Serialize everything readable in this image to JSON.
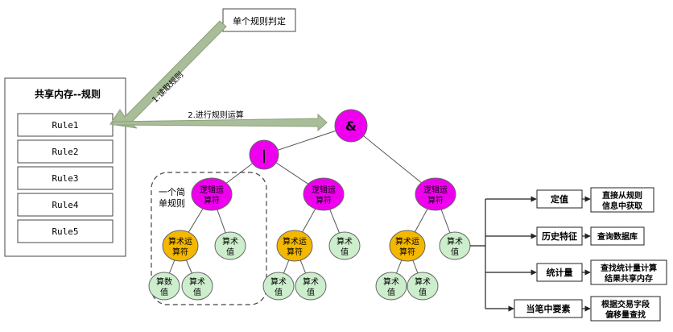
{
  "shared_memory": {
    "title": "共享内存--规则",
    "rules": [
      "Rule1",
      "Rule2",
      "Rule3",
      "Rule4",
      "Rule5"
    ]
  },
  "single_rule_judge": "单个规则判定",
  "arrows": {
    "fetch_rule": "1.读取规则",
    "do_rule_calc": "2.进行规则运算"
  },
  "tree": {
    "root": "&",
    "or_node": "|",
    "logic_operator": [
      "逻辑运",
      "算符"
    ],
    "arith_operator": [
      "算术运",
      "算符"
    ],
    "arith_value": [
      "算术",
      "值"
    ],
    "numeric_value": [
      "算数",
      "值"
    ],
    "simple_rule_label": [
      "一个简",
      "单规则"
    ]
  },
  "value_sources": [
    {
      "type": "定值",
      "source": [
        "直接从规则",
        "信息中获取"
      ]
    },
    {
      "type": "历史特征",
      "source": [
        "查询数据库"
      ]
    },
    {
      "type": "统计量",
      "source": [
        "查找统计量计算",
        "结果共享内存"
      ]
    },
    {
      "type": "当笔中要素",
      "source": [
        "根据交易字段",
        "偏移量查找"
      ]
    }
  ],
  "colors": {
    "magenta": "#ee00ee",
    "yellow": "#f5b800",
    "green": "#cdeecd",
    "arrow_green": "#a8bd98",
    "line": "#555555"
  }
}
